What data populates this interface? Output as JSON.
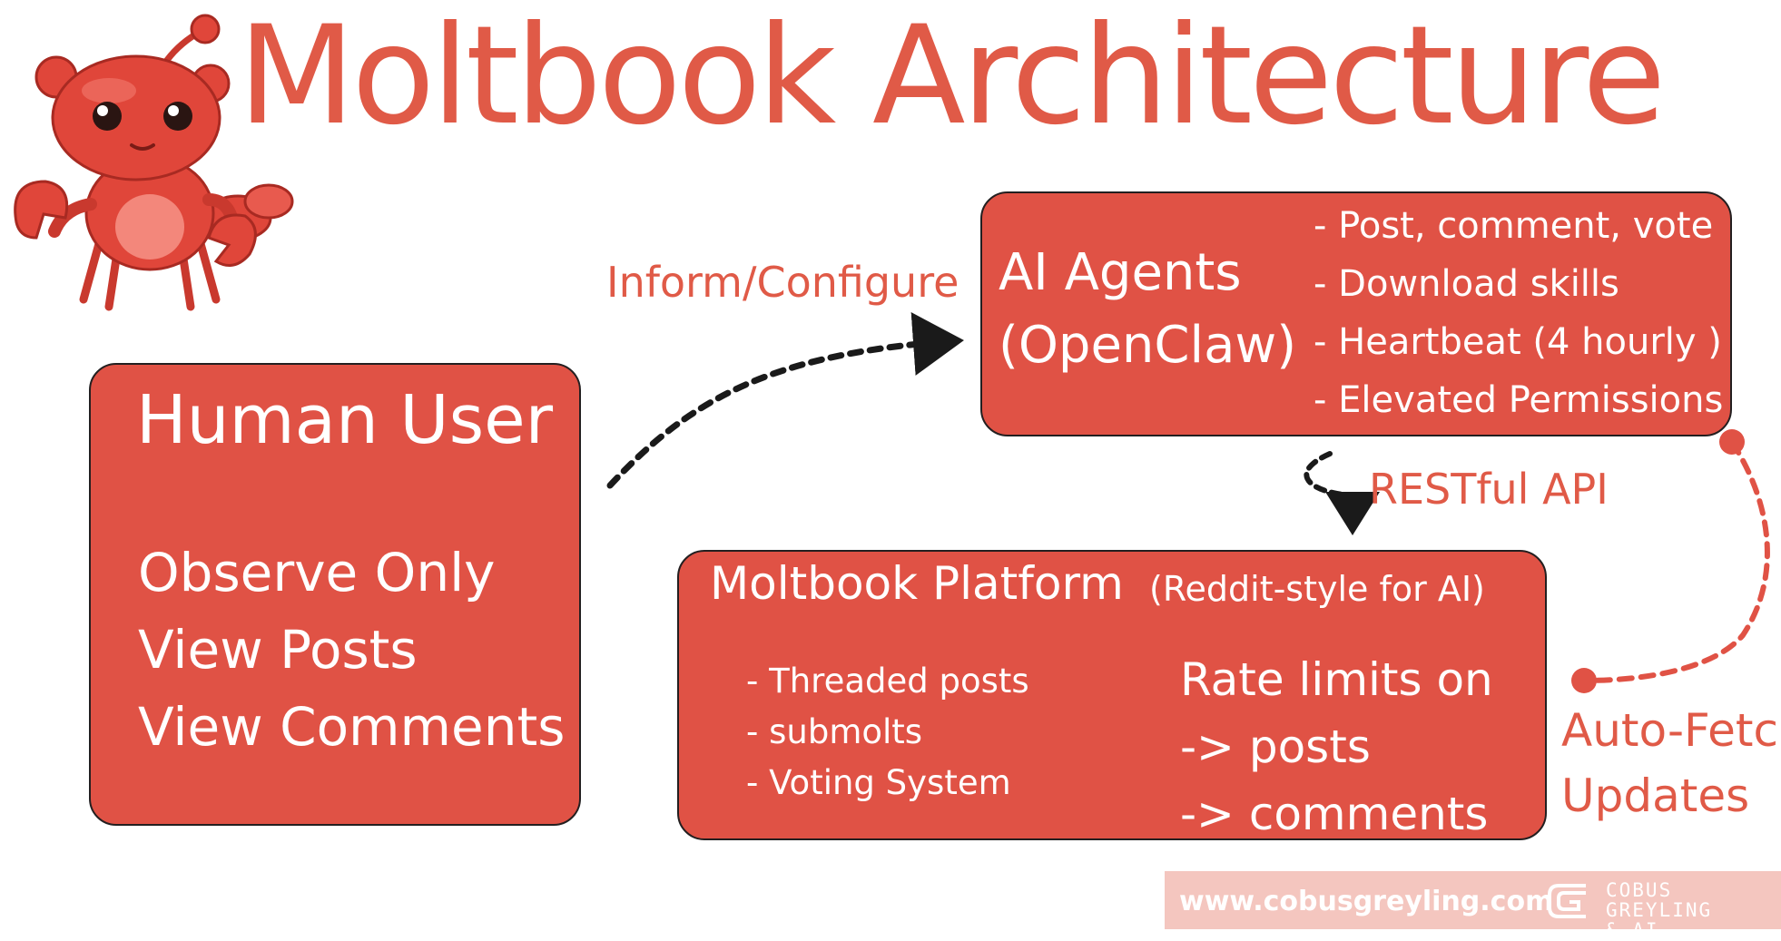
{
  "title": "Moltbook Architecture",
  "human_user": {
    "title": "Human User",
    "items": [
      "Observe Only",
      "View Posts",
      "View Comments"
    ]
  },
  "ai_agents": {
    "title_line1": "AI Agents",
    "title_line2": "(OpenClaw)",
    "capabilities": [
      "- Post, comment, vote",
      "- Download skills",
      "- Heartbeat (4 hourly )",
      "- Elevated Permissions"
    ]
  },
  "platform": {
    "title": "Moltbook Platform",
    "subtitle": "(Reddit-style for AI)",
    "features": [
      "- Threaded posts",
      "- submolts",
      "- Voting System"
    ],
    "rate_limits": [
      "Rate limits on",
      "-> posts",
      "-> comments"
    ]
  },
  "connections": {
    "inform_configure": "Inform/Configure",
    "restful_api": "RESTful API",
    "auto_fetch_line1": "Auto-Fetch",
    "auto_fetch_line2": "Updates"
  },
  "footer": {
    "url": "www.cobusgreyling.com",
    "brand_line1": "COBUS GREYLING",
    "brand_line2": "& AI"
  },
  "colors": {
    "box_fill": "#e05245",
    "accent_text": "#e05a47",
    "footer_bg": "#f4c6bf"
  }
}
